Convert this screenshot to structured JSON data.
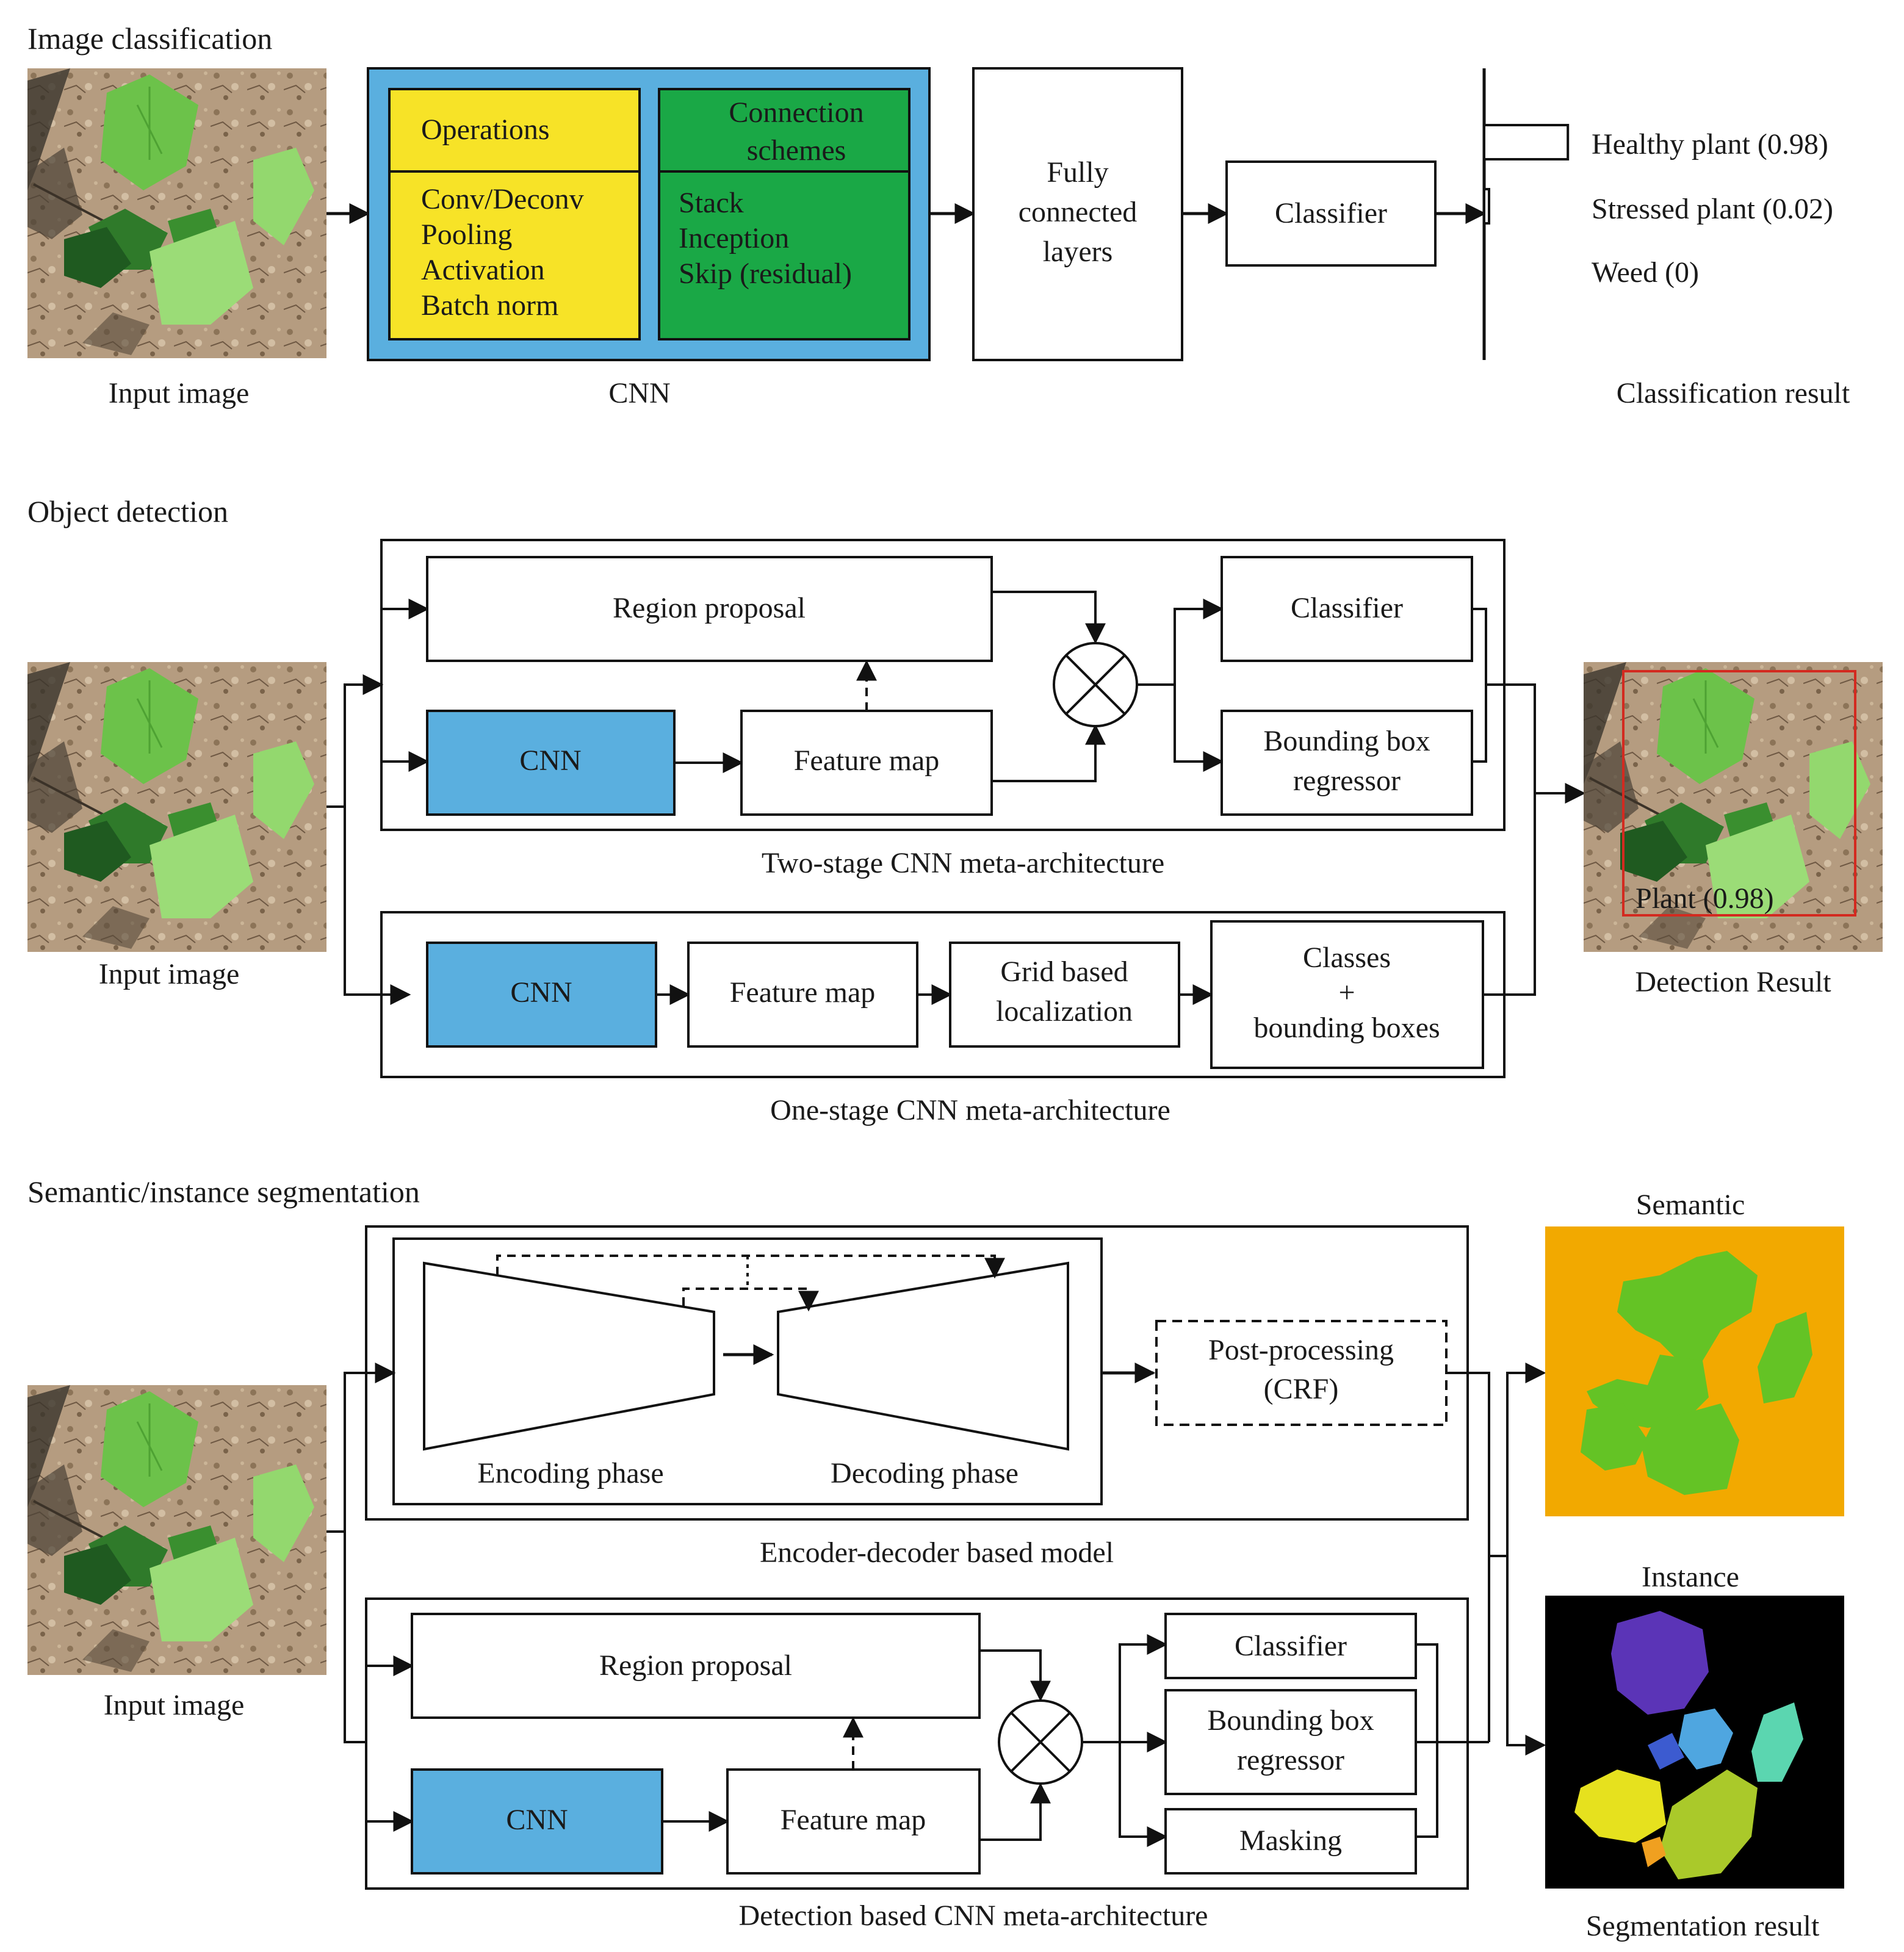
{
  "colors": {
    "cnn_outer": "#5aafdf",
    "operations": "#f7e327",
    "connections": "#1aa846",
    "cnn_block": "#5aafdf",
    "semantic_bg": "#f2a900",
    "plant_green": "#64c325",
    "instance_bg": "#000000",
    "bbox_red": "#d32a20"
  },
  "classification": {
    "section_title": "Image classification",
    "input_caption": "Input image",
    "cnn_caption": "CNN",
    "operations_title": "Operations",
    "operations_items": [
      "Conv/Deconv",
      "Pooling",
      "Activation",
      "Batch norm"
    ],
    "connection_title_1": "Connection",
    "connection_title_2": "schemes",
    "connection_items": [
      "Stack",
      "Inception",
      "Skip (residual)"
    ],
    "fc_line1": "Fully",
    "fc_line2": "connected",
    "fc_line3": "layers",
    "classifier": "Classifier",
    "results": [
      {
        "label": "Healthy plant (0.98)",
        "score": 0.98
      },
      {
        "label": "Stressed plant (0.02)",
        "score": 0.02
      },
      {
        "label": "Weed (0)",
        "score": 0
      }
    ],
    "result_caption": "Classification result"
  },
  "detection": {
    "section_title": "Object detection",
    "input_caption": "Input image",
    "two_stage": {
      "region_proposal": "Region proposal",
      "cnn": "CNN",
      "feature_map": "Feature map",
      "classifier": "Classifier",
      "bbox_line1": "Bounding box",
      "bbox_line2": "regressor",
      "caption": "Two-stage CNN meta-architecture"
    },
    "one_stage": {
      "cnn": "CNN",
      "feature_map": "Feature map",
      "grid_line1": "Grid based",
      "grid_line2": "localization",
      "classes_line1": "Classes",
      "classes_line2": "+",
      "classes_line3": "bounding boxes",
      "caption": "One-stage CNN meta-architecture"
    },
    "result_label": "Plant (0.98)",
    "result_caption": "Detection Result"
  },
  "segmentation": {
    "section_title": "Semantic/instance segmentation",
    "input_caption": "Input image",
    "encoder_decoder": {
      "encoding": "Encoding phase",
      "decoding": "Decoding phase",
      "post_line1": "Post-processing",
      "post_line2": "(CRF)",
      "caption": "Encoder-decoder based model"
    },
    "detection_based": {
      "region_proposal": "Region proposal",
      "cnn": "CNN",
      "feature_map": "Feature map",
      "classifier": "Classifier",
      "bbox_line1": "Bounding box",
      "bbox_line2": "regressor",
      "masking": "Masking",
      "caption": "Detection based CNN meta-architecture"
    },
    "semantic_label": "Semantic",
    "instance_label": "Instance",
    "result_caption": "Segmentation result"
  }
}
